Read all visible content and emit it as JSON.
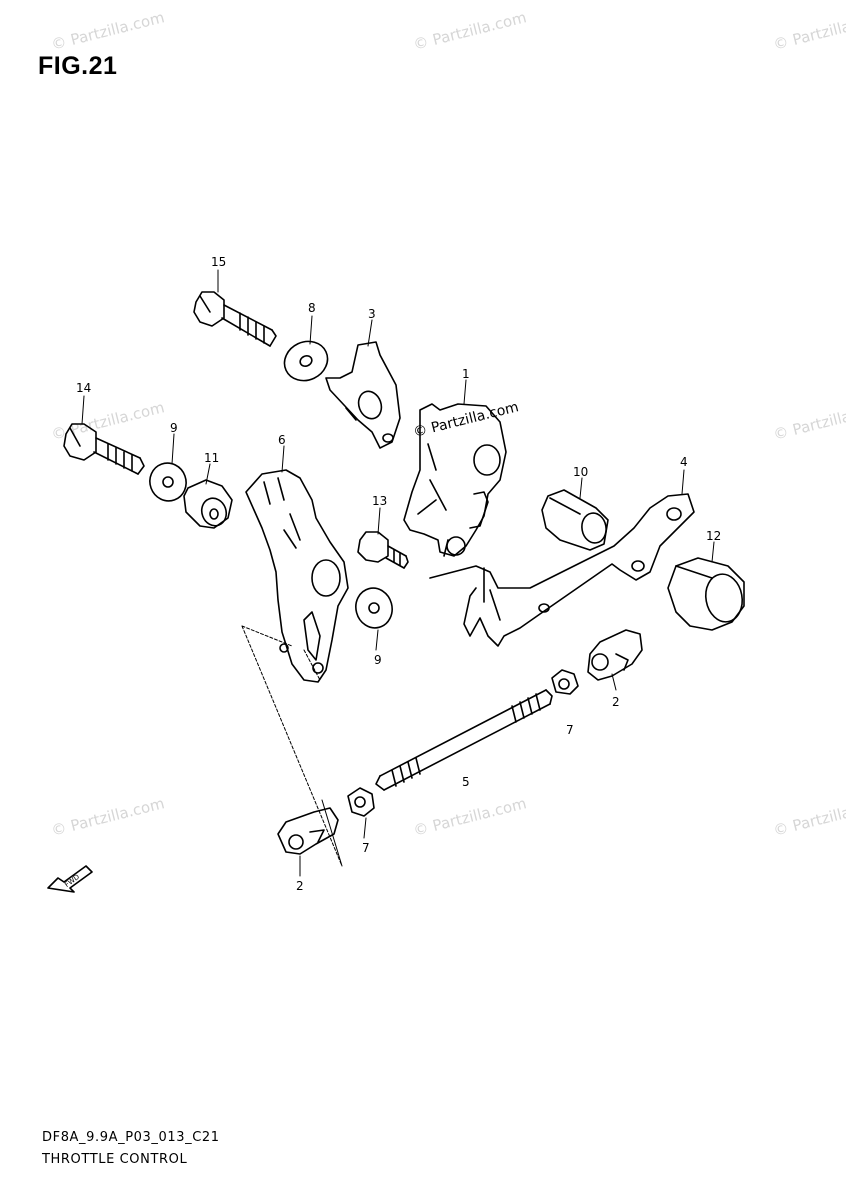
{
  "figure": {
    "title": "FIG.21",
    "code": "DF8A_9.9A_P03_013_C21",
    "caption": "THROTTLE CONTROL"
  },
  "watermark": "© Partzilla.com",
  "direction_marker": {
    "label": "FWD"
  },
  "callouts": [
    {
      "id": "c15",
      "label": "15"
    },
    {
      "id": "c8",
      "label": "8"
    },
    {
      "id": "c3",
      "label": "3"
    },
    {
      "id": "c1",
      "label": "1"
    },
    {
      "id": "c14",
      "label": "14"
    },
    {
      "id": "c9a",
      "label": "9"
    },
    {
      "id": "c11",
      "label": "11"
    },
    {
      "id": "c6",
      "label": "6"
    },
    {
      "id": "c10",
      "label": "10"
    },
    {
      "id": "c4",
      "label": "4"
    },
    {
      "id": "c13",
      "label": "13"
    },
    {
      "id": "c12",
      "label": "12"
    },
    {
      "id": "c9b",
      "label": "9"
    },
    {
      "id": "c2a",
      "label": "2"
    },
    {
      "id": "c7a",
      "label": "7"
    },
    {
      "id": "c5",
      "label": "5"
    },
    {
      "id": "c7b",
      "label": "7"
    },
    {
      "id": "c2b",
      "label": "2"
    }
  ]
}
